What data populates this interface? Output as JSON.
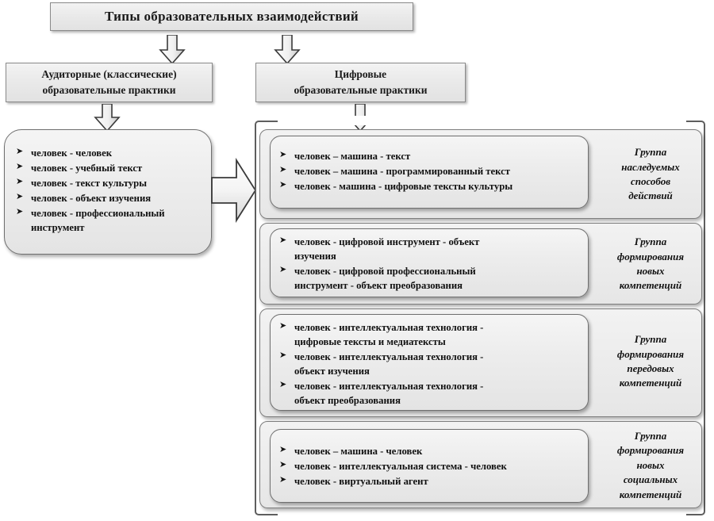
{
  "title_box": {
    "label": "Типы  образовательных взаимодействий"
  },
  "left_branch": {
    "header": "Аудиторные (классические)\nобразовательные практики",
    "items": [
      "человек - человек",
      "человек - учебный текст",
      "человек - текст культуры",
      "человек - объект изучения",
      "человек - профессиональный\nинструмент"
    ]
  },
  "right_branch": {
    "header": "Цифровые\nобразовательные практики",
    "groups": [
      {
        "label": "Группа\nнаследуемых\nспособов\nдействий",
        "items": [
          "человек – машина  - текст",
          "человек – машина  - программированный  текст",
          "человек - машина  - цифровые тексты культуры"
        ]
      },
      {
        "label": "Группа\nформирования\nновых\nкомпетенций",
        "items": [
          "человек - цифровой инструмент - объект\nизучения",
          "человек - цифровой профессиональный\nинструмент - объект преобразования"
        ]
      },
      {
        "label": "Группа\nформирования\nпередовых\nкомпетенций",
        "items": [
          "человек - интеллектуальная технология -\nцифровые тексты и медиатексты",
          "человек - интеллектуальная технология -\nобъект изучения",
          "человек - интеллектуальная технология -\nобъект преобразования"
        ]
      },
      {
        "label": "Группа\nформирования\nновых\nсоциальных\nкомпетенций",
        "items": [
          "человек – машина  - человек",
          "человек - интеллектуальная система - человек",
          "человек - виртуальный агент"
        ]
      }
    ]
  },
  "icons": {
    "arrow_down": "arrow-down-icon",
    "arrow_right": "arrow-right-icon"
  },
  "colors": {
    "box_border": "#8a8a8a",
    "box_fill": "#ececec",
    "text": "#111111",
    "arrow_stroke": "#3a3a3a"
  }
}
